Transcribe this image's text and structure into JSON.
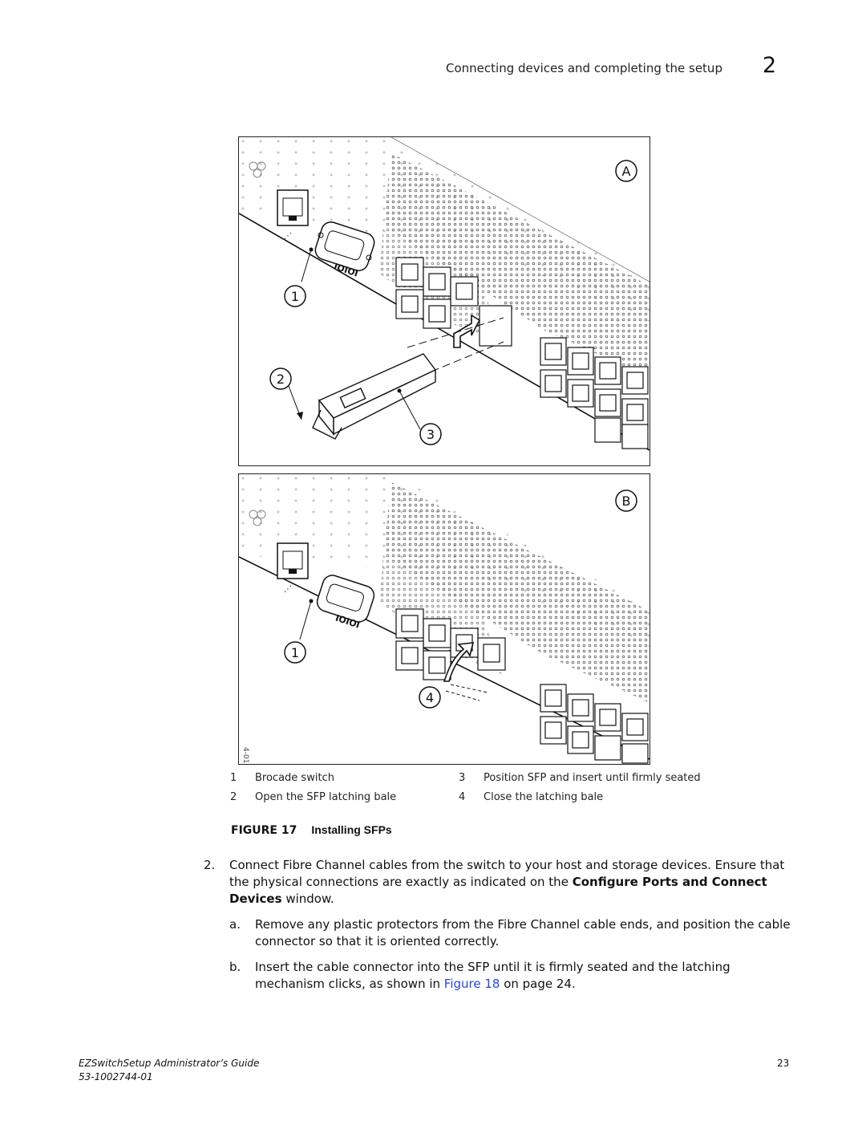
{
  "header": {
    "section_title": "Connecting devices and completing the setup",
    "chapter_number": "2"
  },
  "figure": {
    "panel_a_label": "A",
    "panel_b_label": "B",
    "callouts_a": [
      "1",
      "2",
      "3"
    ],
    "callouts_b": [
      "1",
      "4"
    ],
    "art_code": "4-01",
    "port_label": "IOIOI",
    "legend": [
      {
        "num": "1",
        "text": "Brocade switch"
      },
      {
        "num": "2",
        "text": "Open the SFP latching bale"
      },
      {
        "num": "3",
        "text": "Position SFP and insert until firmly seated"
      },
      {
        "num": "4",
        "text": "Close the latching bale"
      }
    ],
    "caption_label": "FIGURE 17",
    "caption_title": "Installing SFPs"
  },
  "body": {
    "step2_num": "2.",
    "step2_text_a": "Connect Fibre Channel cables from the switch to your host and storage devices. Ensure that the physical connections are exactly as indicated on the ",
    "step2_bold": "Configure Ports and Connect Devices",
    "step2_text_b": " window.",
    "step_a_num": "a.",
    "step_a_text": "Remove any plastic protectors from the Fibre Channel cable ends, and position the cable connector so that it is oriented correctly.",
    "step_b_num": "b.",
    "step_b_text_a": "Insert the cable connector into the SFP until it is firmly seated and the latching mechanism clicks, as shown in ",
    "step_b_link": "Figure 18",
    "step_b_text_b": " on page 24."
  },
  "footer": {
    "guide_title": "EZSwitchSetup Administrator’s Guide",
    "doc_number": "53-1002744-01",
    "page_number": "23"
  }
}
